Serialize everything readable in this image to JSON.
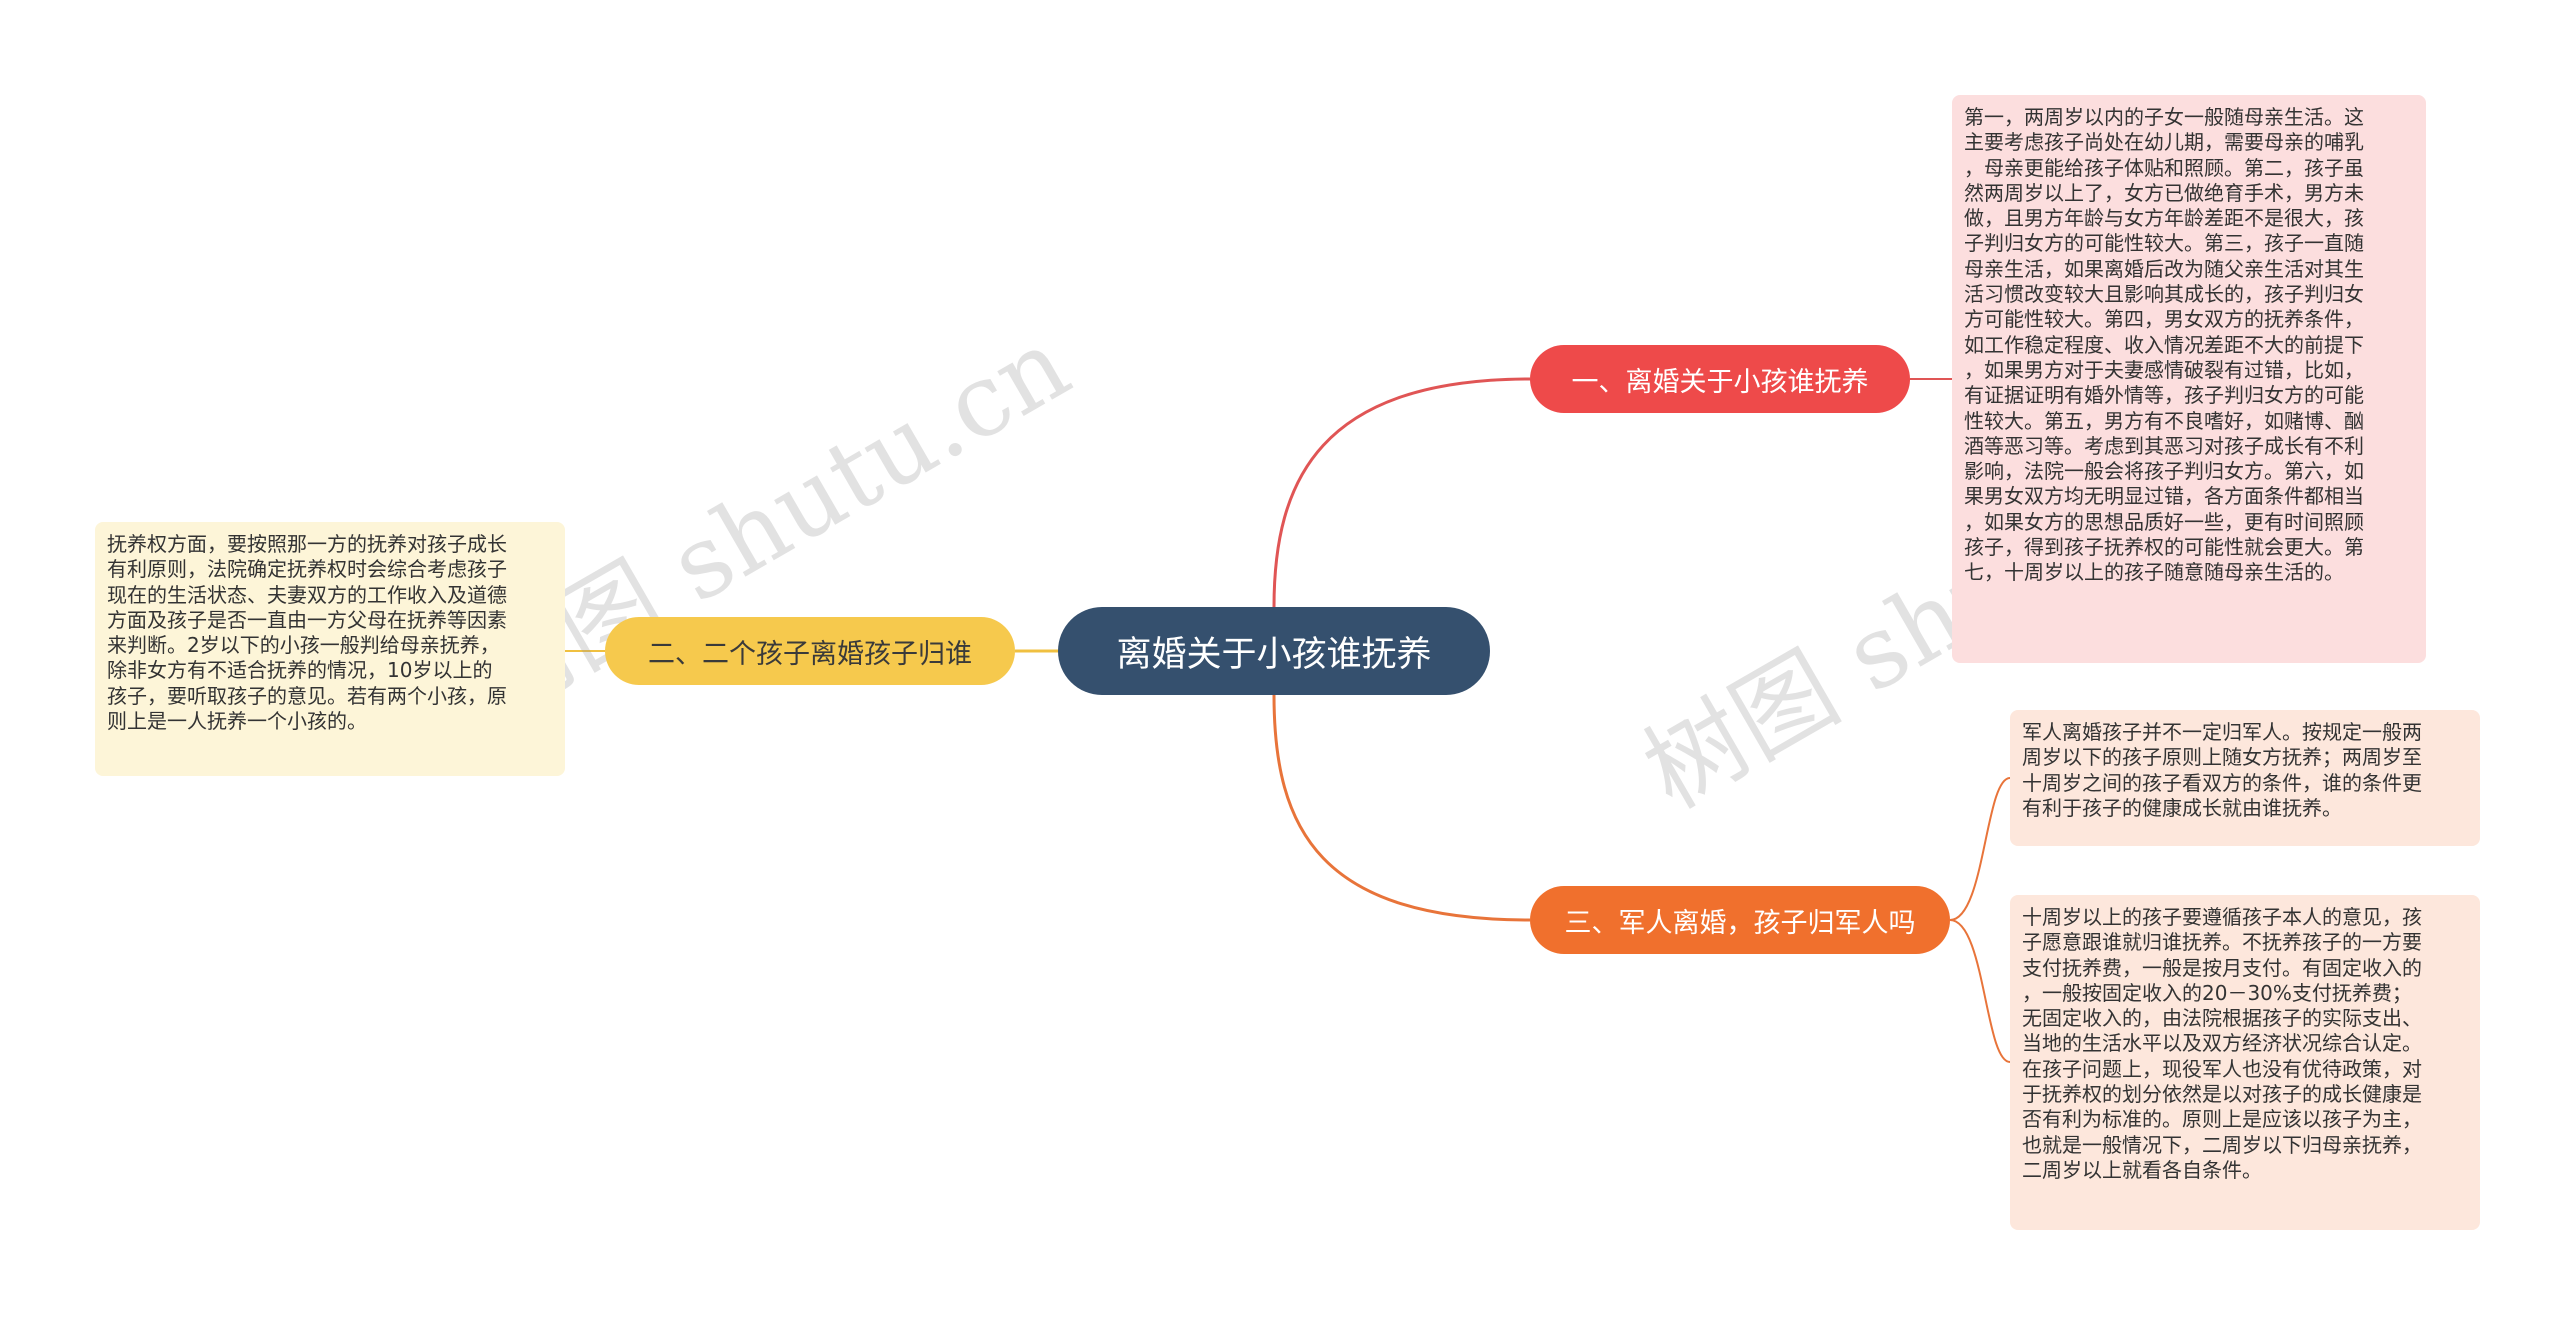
{
  "root": {
    "label": "离婚关于小孩谁抚养"
  },
  "branches": [
    {
      "label": "一、离婚关于小孩谁抚养"
    },
    {
      "label": "二、二个孩子离婚孩子归谁"
    },
    {
      "label": "三、军人离婚，孩子归军人吗"
    }
  ],
  "notes": [
    {
      "text": "第一，两周岁以内的子女一般随母亲生活。这\n主要考虑孩子尚处在幼儿期，需要母亲的哺乳\n，母亲更能给孩子体贴和照顾。第二，孩子虽\n然两周岁以上了，女方已做绝育手术，男方未\n做，且男方年龄与女方年龄差距不是很大，孩\n子判归女方的可能性较大。第三，孩子一直随\n母亲生活，如果离婚后改为随父亲生活对其生\n活习惯改变较大且影响其成长的，孩子判归女\n方可能性较大。第四，男女双方的抚养条件，\n如工作稳定程度、收入情况差距不大的前提下\n，如果男方对于夫妻感情破裂有过错，比如，\n有证据证明有婚外情等，孩子判归女方的可能\n性较大。第五，男方有不良嗜好，如赌博、酗\n酒等恶习等。考虑到其恶习对孩子成长有不利\n影响，法院一般会将孩子判归女方。第六，如\n果男女双方均无明显过错，各方面条件都相当\n，如果女方的思想品质好一些，更有时间照顾\n孩子，得到孩子抚养权的可能性就会更大。第\n七，十周岁以上的孩子随意随母亲生活的。"
    },
    {
      "text": "抚养权方面，要按照那一方的抚养对孩子成长\n有利原则，法院确定抚养权时会综合考虑孩子\n现在的生活状态、夫妻双方的工作收入及道德\n方面及孩子是否一直由一方父母在抚养等因素\n来判断。2岁以下的小孩一般判给母亲抚养，\n除非女方有不适合抚养的情况，10岁以上的\n孩子，要听取孩子的意见。若有两个小孩，原\n则上是一人抚养一个小孩的。"
    },
    {
      "text": "军人离婚孩子并不一定归军人。按规定一般两\n周岁以下的孩子原则上随女方抚养；两周岁至\n十周岁之间的孩子看双方的条件，谁的条件更\n有利于孩子的健康成长就由谁抚养。"
    },
    {
      "text": "十周岁以上的孩子要遵循孩子本人的意见，孩\n子愿意跟谁就归谁抚养。不抚养孩子的一方要\n支付抚养费，一般是按月支付。有固定收入的\n，一般按固定收入的20－30%支付抚养费；\n无固定收入的，由法院根据孩子的实际支出、\n当地的生活水平以及双方经济状况综合认定。\n在孩子问题上，现役军人也没有优待政策，对\n于抚养权的划分依然是以对孩子的成长健康是\n否有利为标准的。原则上是应该以孩子为主，\n也就是一般情况下，二周岁以下归母亲抚养，\n二周岁以上就看各自条件。"
    }
  ],
  "watermarks": [
    "树图 shutu.cn",
    "树图 shutu.cn"
  ],
  "colors": {
    "root": "#35506e",
    "branch1": "#ee4a4a",
    "branch2": "#f6c94d",
    "branch3": "#f0702d"
  }
}
